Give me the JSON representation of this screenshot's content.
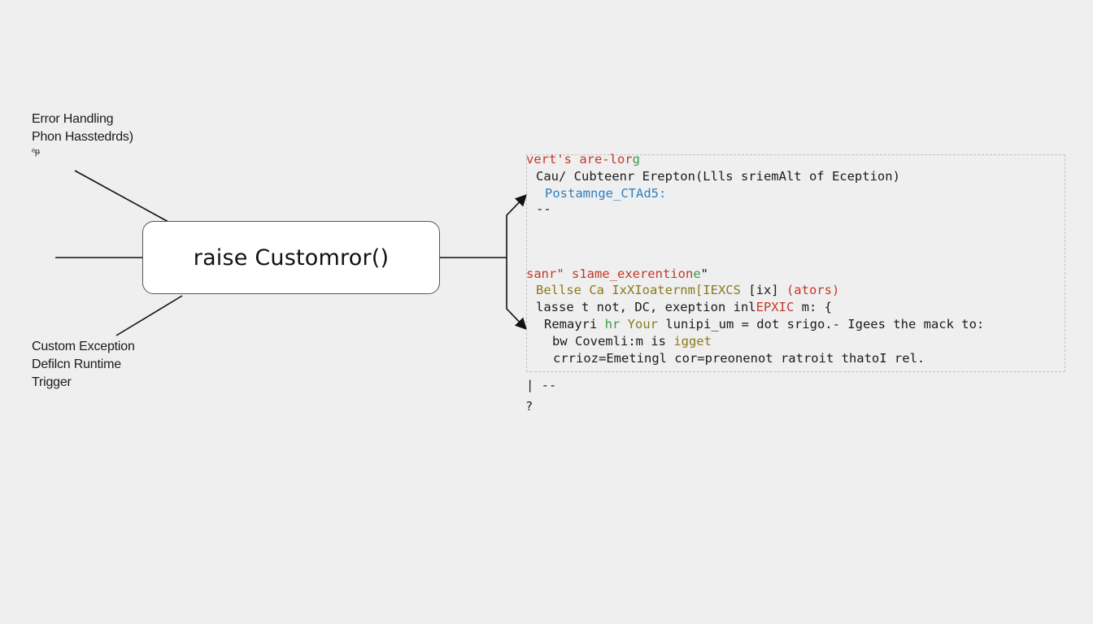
{
  "labels": {
    "top": {
      "line1": "Error Handling",
      "line2": "Phon Hasstedrds)",
      "line3": "ᵉᵽ"
    },
    "bottom": {
      "line1": "Custom Exception",
      "line2": "Defilcn Runtime",
      "line3": "Trigger"
    }
  },
  "center_node": {
    "text": "raise Customror()"
  },
  "code": {
    "l1a": "vert's are-lor",
    "l1b": "g",
    "l2": "Cau/ Cubteenr Erepton(Llls sriemAlt of Eception)",
    "l3": "Postamnge_CTAd5:",
    "l4": "--",
    "l5a": "sanr\" s1ame_exerention",
    "l5b": "e",
    "l5c": "\"",
    "l6a": "Bellse Ca IxXIoaternm[IEXCS ",
    "l6b": "[ix] ",
    "l6c": "(ators)",
    "l7a": "lasse t not, DC, exeption inl",
    "l7b": "EPXIC",
    "l7c": " m: {",
    "l8a": "Remayri ",
    "l8b": "hr ",
    "l8c": "Your ",
    "l8d": "lunipi_um = dot srigo.- Igees the mack to:",
    "l9a": "bw Covemli:m is ",
    "l9b": "igget",
    "l10": "crrioz=Emetingl cor=preonenot ratroit thatoI rel.",
    "after1": "| --",
    "after2": "?"
  },
  "colors": {
    "background": "#efefef",
    "olive": "#8a7a1c",
    "red": "#c0392b",
    "blue": "#2f7fbf",
    "green": "#3a9a4a"
  }
}
